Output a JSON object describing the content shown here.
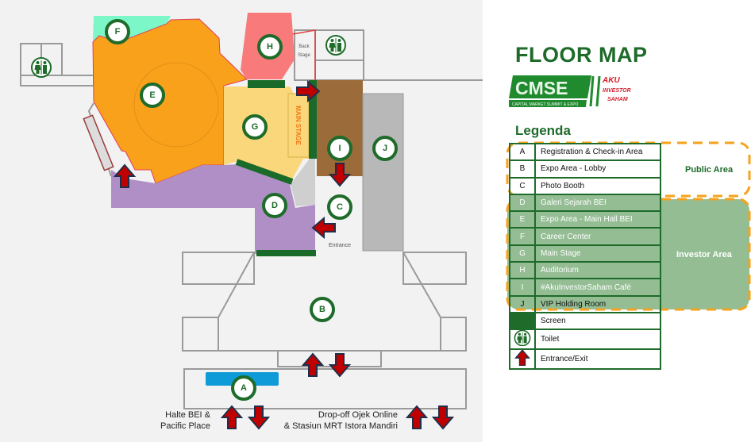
{
  "header": {
    "title": "FLOOR MAP",
    "logo_text": "CMSE",
    "logo_sub": "CAPITAL MARKET SUMMIT & EXPO",
    "logo_tag_1": "AKU",
    "logo_tag_2": "INVESTOR",
    "logo_tag_3": "SAHAM"
  },
  "legend": {
    "title": "Legenda",
    "rows": [
      {
        "key": "A",
        "label": "Registration & Check-in Area",
        "zone": "public"
      },
      {
        "key": "B",
        "label": "Expo Area - Lobby",
        "zone": "public"
      },
      {
        "key": "C",
        "label": "Photo Booth",
        "zone": "public"
      },
      {
        "key": "D",
        "label": "Galeri Sejarah BEI",
        "zone": "investor"
      },
      {
        "key": "E",
        "label": "Expo Area  - Main Hall BEI",
        "zone": "investor"
      },
      {
        "key": "F",
        "label": "Career Center",
        "zone": "investor"
      },
      {
        "key": "G",
        "label": "Main Stage",
        "zone": "investor"
      },
      {
        "key": "H",
        "label": "Auditorium",
        "zone": "investor"
      },
      {
        "key": "I",
        "label": "#AkuInvestorSaham Café",
        "zone": "investor"
      },
      {
        "key": "J",
        "label": "VIP Holding Room",
        "zone": ""
      },
      {
        "key": "",
        "label": "Screen",
        "icon": "screen-swatch"
      },
      {
        "key": "",
        "label": "Toilet",
        "icon": "toilet-icon"
      },
      {
        "key": "",
        "label": "Entrance/Exit",
        "icon": "arrow-up-icon"
      }
    ],
    "public_area": "Public Area",
    "investor_area": "Investor Area"
  },
  "map": {
    "markers": {
      "A": "A",
      "B": "B",
      "C": "C",
      "D": "D",
      "E": "E",
      "F": "F",
      "G": "G",
      "H": "H",
      "I": "I",
      "J": "J"
    },
    "main_stage": "MAIN STAGE",
    "back_stage_1": "Back",
    "back_stage_2": "Stage",
    "entrance": "Entrance",
    "caption_left_1": "Halte BEI &",
    "caption_left_2": "Pacific Place",
    "caption_right_1": "Drop-off Ojek Online",
    "caption_right_2": "& Stasiun MRT Istora Mandiri"
  },
  "colors": {
    "green": "#1e6b2a",
    "orange": "#f9a11b",
    "investor": "#94bd94",
    "arrow": "#c00000"
  }
}
